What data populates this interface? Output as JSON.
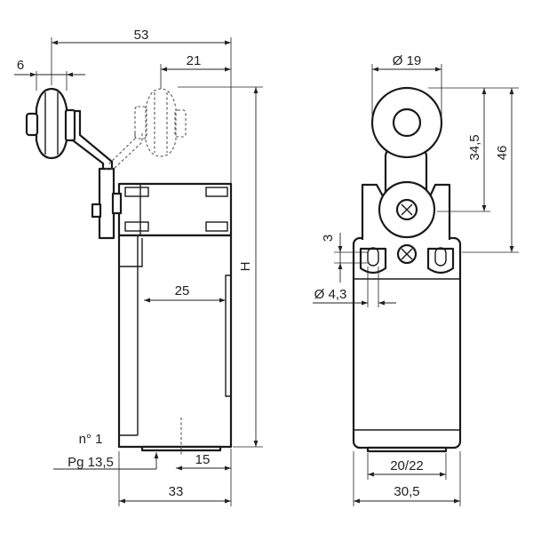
{
  "left_view": {
    "dims": {
      "overall_width": "53",
      "roller_width": "6",
      "alt_offset": "21",
      "height": "H",
      "depth": "25",
      "conduit_offset": "15",
      "body_width": "33"
    },
    "conduit": {
      "number": "n° 1",
      "thread": "Pg 13,5"
    }
  },
  "right_view": {
    "dims": {
      "roller_dia": "Ø 19",
      "roller_height": "34,5",
      "lever_height": "46",
      "slot": "3",
      "hole_dia": "Ø 4,3",
      "mount_spacing": "20/22",
      "body_width": "30,5"
    }
  },
  "colors": {
    "line": "#1a1a1a",
    "background": "#ffffff"
  }
}
